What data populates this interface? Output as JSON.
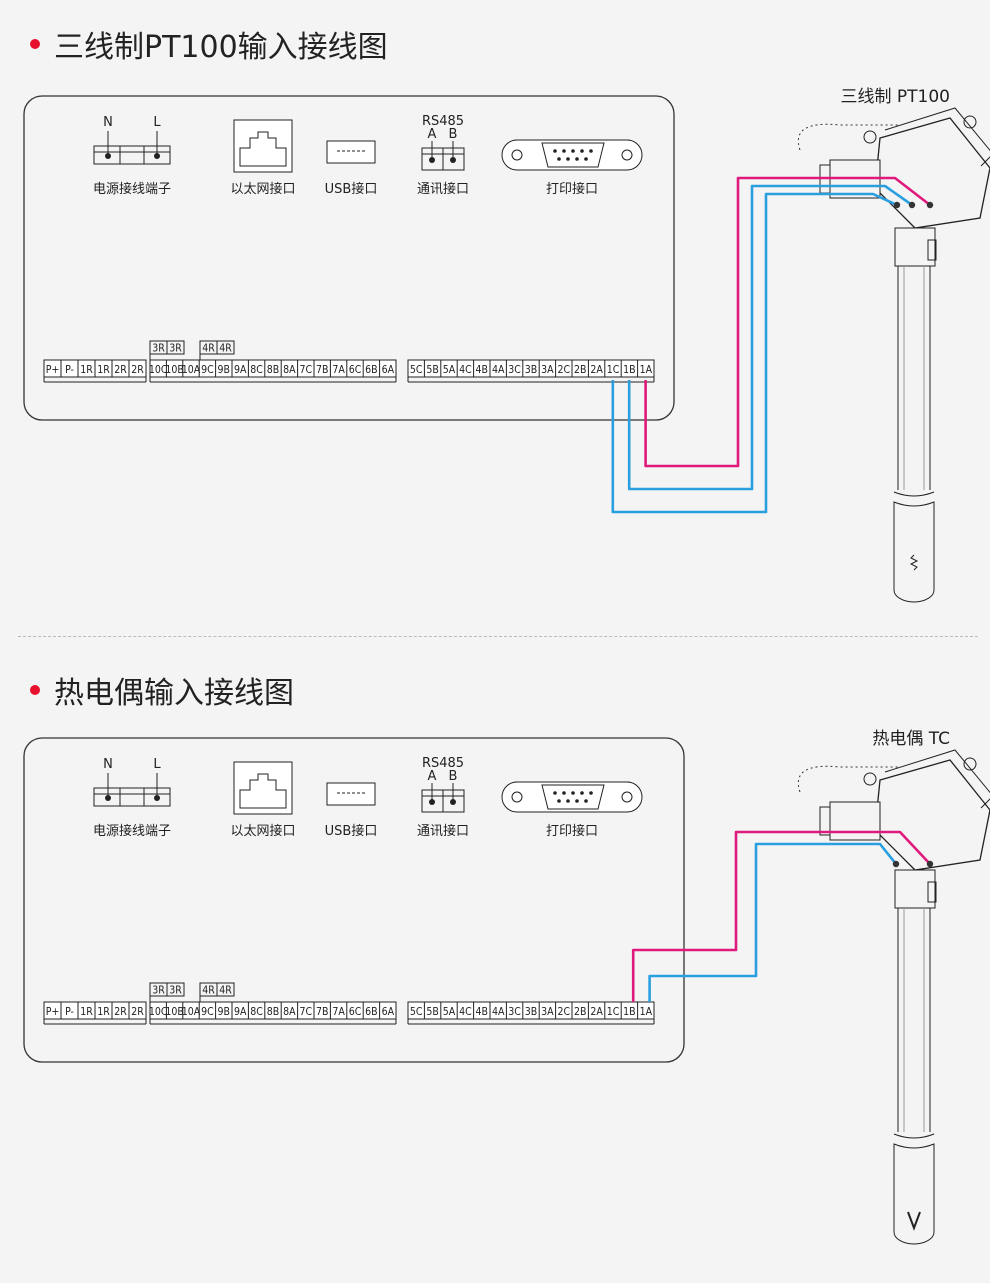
{
  "sections": [
    {
      "title": "三线制PT100输入接线图",
      "probe_label": "三线制 PT100"
    },
    {
      "title": "热电偶输入接线图",
      "probe_label": "热电偶 TC"
    }
  ],
  "panel": {
    "power": {
      "label": "电源接线端子",
      "n": "N",
      "l": "L"
    },
    "ethernet": {
      "label": "以太网接口"
    },
    "usb": {
      "label": "USB接口"
    },
    "comm": {
      "label": "通讯接口",
      "rs485": "RS485",
      "a": "A",
      "b": "B"
    },
    "print": {
      "label": "打印接口"
    },
    "group1": [
      "P+",
      "P-",
      "1R",
      "1R",
      "2R",
      "2R"
    ],
    "group2": [
      "10C",
      "10B",
      "10A",
      "9C",
      "9B",
      "9A",
      "8C",
      "8B",
      "8A",
      "7C",
      "7B",
      "7A",
      "6C",
      "6B",
      "6A"
    ],
    "group3": [
      "5C",
      "5B",
      "5A",
      "4C",
      "4B",
      "4A",
      "3C",
      "3B",
      "3A",
      "2C",
      "2B",
      "2A",
      "1C",
      "1B",
      "1A"
    ],
    "extra_3r": [
      "3R",
      "3R"
    ],
    "extra_4r": [
      "4R",
      "4R"
    ]
  },
  "colors": {
    "magenta": "#e0197d",
    "blue": "#2a9fe0",
    "bullet": "#e8112d"
  },
  "icons": [
    "ethernet-port-icon",
    "usb-port-icon",
    "db9-port-icon",
    "terminal-block-icon",
    "probe-icon"
  ]
}
